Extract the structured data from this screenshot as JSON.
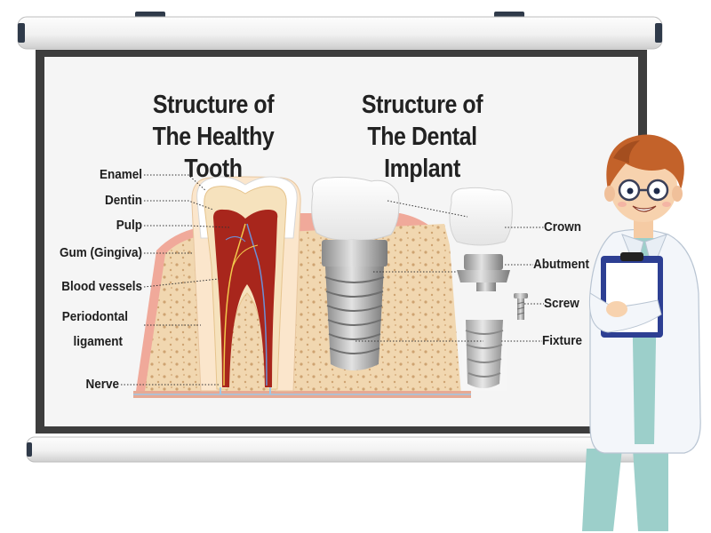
{
  "titles": {
    "healthy_line1": "Structure of",
    "healthy_line2": "The Healthy Tooth",
    "implant_line1": "Structure of",
    "implant_line2": "The Dental Implant"
  },
  "labels_left": {
    "enamel": "Enamel",
    "dentin": "Dentin",
    "pulp": "Pulp",
    "gum": "Gum (Gingiva)",
    "blood_vessels": "Blood vessels",
    "periodontal_1": "Periodontal",
    "periodontal_2": "ligament",
    "nerve": "Nerve"
  },
  "labels_right": {
    "crown": "Crown",
    "abutment": "Abutment",
    "screw": "Screw",
    "fixture": "Fixture"
  },
  "colors": {
    "board_frame": "#3d3d3d",
    "board_surface": "#f5f5f5",
    "bone": "#f1d7b0",
    "gum": "#f0a99a",
    "pulp": "#a8261c",
    "dentin": "#f6e2bd",
    "metal": "#a9a9a9",
    "coat": "#f3f6fa",
    "scrubs": "#9ccfca",
    "hair": "#c3622a",
    "clipboard": "#2d3f93"
  },
  "icons": {
    "character": "doctor-character-icon",
    "clipboard": "clipboard-icon"
  }
}
